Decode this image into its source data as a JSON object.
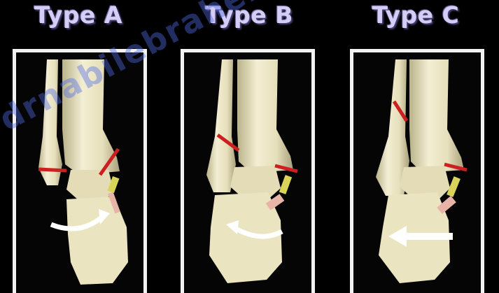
{
  "panels": [
    {
      "title": "Type A",
      "rotation": "counter-clockwise-curved"
    },
    {
      "title": "Type B",
      "rotation": "clockwise-curved"
    },
    {
      "title": "Type C",
      "rotation": "straight-left"
    }
  ],
  "watermark": "drnabilebraheim@gmail.com",
  "colors": {
    "background": "#000000",
    "frame": "#f2f2f2",
    "title": "#d4cdf6",
    "bone": "#ece6c4",
    "fracture": "#cc1f1f",
    "ligament_yellow": "#d9d35a",
    "ligament_pink": "#e8b4a8",
    "arrow": "#ffffff",
    "watermark": "#5a6ee6"
  }
}
